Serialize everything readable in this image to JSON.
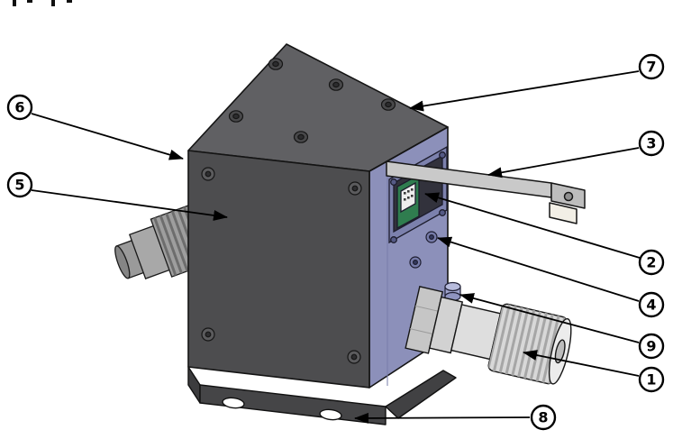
{
  "callouts": {
    "n1": "1",
    "n2": "2",
    "n3": "3",
    "n4": "4",
    "n5": "5",
    "n6": "6",
    "n7": "7",
    "n8": "8",
    "n9": "9"
  },
  "colors": {
    "background": "#ffffff",
    "line": "#000000",
    "enclosure_front": "#4d4d4f",
    "enclosure_top": "#606063",
    "enclosure_side": "#8c90ba",
    "plate_recess": "#7c81ad",
    "pcb_green": "#2f7d4f",
    "metal_light": "#dedede",
    "metal_mid": "#a8a8a8",
    "flange_dark": "#454547"
  }
}
